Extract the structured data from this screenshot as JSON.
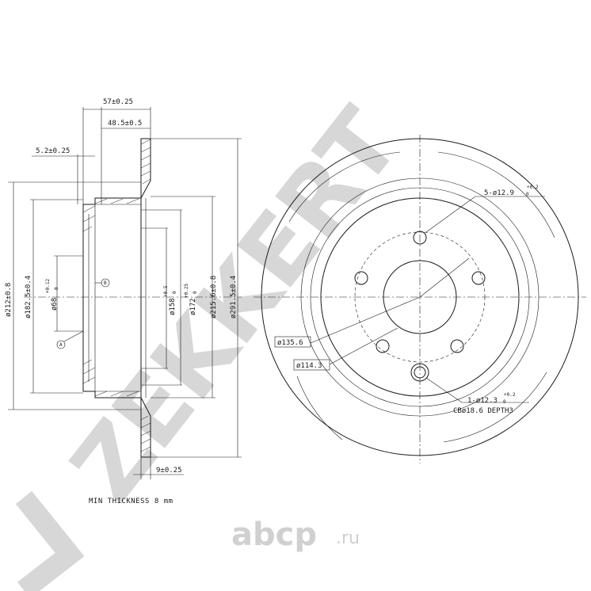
{
  "watermark": {
    "brand": "ZEKKERT",
    "site_name": "abcp",
    "site_tld": ".ru"
  },
  "section_view": {
    "dimensions": {
      "overall_width": "57±0.25",
      "hat_depth": "48.5±0.5",
      "hat_wall": "5.2±0.25",
      "disc_thickness": "9±0.25",
      "dia_212": "ø212±0.8",
      "dia_182": "ø182.5±0.4",
      "dia_68": "ø68",
      "dia_68_tol": "+0.12",
      "dia_68_tol_low": "0",
      "dia_158": "ø158",
      "dia_158_tol": "+0.5",
      "dia_158_tol_low": "0",
      "dia_172": "ø172",
      "dia_172_tol": "+0.25",
      "dia_172_tol_low": "0",
      "dia_215": "ø215.6±0.8",
      "dia_291": "ø291.5±0.4"
    },
    "datum_a": "A",
    "datum_b": "B"
  },
  "front_view": {
    "holes_label": "5-ø12.9",
    "holes_tol": "+0.2",
    "holes_tol_low": "0",
    "pcd_1356": "ø135.6",
    "pcd_1143": "ø114.3",
    "aux_hole_label": "1-ø12.3",
    "aux_hole_tol": "+0.2",
    "aux_hole_tol_low": "0",
    "counterbore": "CBø18.6 DEPTH3"
  },
  "note": "MIN THICKNESS 8 mm"
}
